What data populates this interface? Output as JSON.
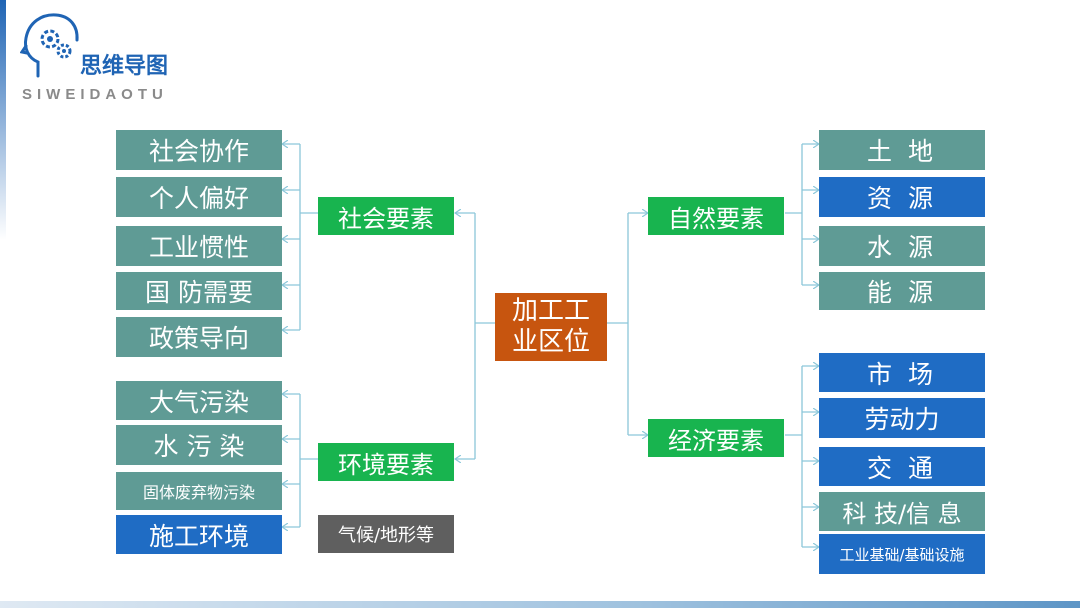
{
  "header": {
    "title": "思维导图",
    "subtitle": "SIWEIDAOTU",
    "logo_icon": "head-gears-icon"
  },
  "center": {
    "line1": "加工工",
    "line2": "业区位"
  },
  "social": {
    "label": "社会要素",
    "items": [
      "社会协作",
      "个人偏好",
      "工业惯性",
      "国 防需要",
      "政策导向"
    ]
  },
  "environment": {
    "label": "环境要素",
    "items": [
      "大气污染",
      "水 污 染",
      "固体废弃物污染",
      "施工环境"
    ],
    "extra": "气候/地形等"
  },
  "natural": {
    "label": "自然要素",
    "items": [
      "土 地",
      "资 源",
      "水 源",
      "能 源"
    ]
  },
  "economic": {
    "label": "经济要素",
    "items": [
      "市 场",
      "劳动力",
      "交 通",
      "科 技/信 息",
      "工业基础/基础设施"
    ]
  },
  "colors": {
    "teal": "#5f9b95",
    "blue": "#1f6cc4",
    "green": "#18b44f",
    "orange": "#c7550f",
    "gray": "#5f5f5f",
    "connector": "#8cc7d9"
  }
}
